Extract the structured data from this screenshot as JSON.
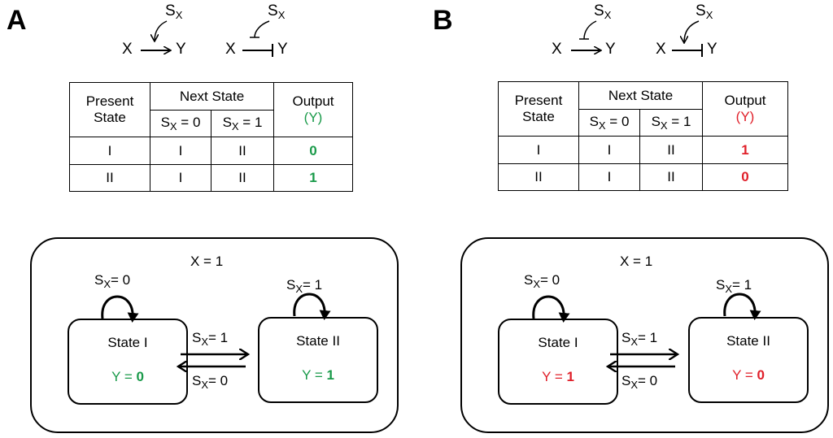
{
  "panels": [
    {
      "letter": "A",
      "header": {
        "left": {
          "signal": "S",
          "signal_sub": "X",
          "from": "X",
          "to": "Y"
        },
        "right": {
          "signal": "S",
          "signal_sub": "X",
          "from": "X",
          "to": "Y"
        }
      },
      "table": {
        "col_present": [
          "Present",
          "State"
        ],
        "col_next": "Next State",
        "col_output": "Output",
        "col_output_sym": "(Y)",
        "cond0": {
          "s": "S",
          "sub": "X",
          "rest": " = 0"
        },
        "cond1": {
          "s": "S",
          "sub": "X",
          "rest": " = 1"
        },
        "rows": [
          {
            "present": "I",
            "next0": "I",
            "next1": "II",
            "output": "0"
          },
          {
            "present": "II",
            "next0": "I",
            "next1": "II",
            "output": "1"
          }
        ],
        "output_color": "#1a9a4a"
      },
      "fsm": {
        "title": "X = 1",
        "loop1": {
          "s": "S",
          "sub": "X",
          "rest": "= 0"
        },
        "loop2": {
          "s": "S",
          "sub": "X",
          "rest": "= 1"
        },
        "fwd": {
          "s": "S",
          "sub": "X",
          "rest": "= 1"
        },
        "back": {
          "s": "S",
          "sub": "X",
          "rest": "= 0"
        },
        "state1": {
          "name": "State I",
          "out_lhs": "Y = ",
          "out_val": "0"
        },
        "state2": {
          "name": "State II",
          "out_lhs": "Y = ",
          "out_val": "1"
        },
        "output_color": "#1a9a4a"
      }
    },
    {
      "letter": "B",
      "header": {
        "left": {
          "signal": "S",
          "signal_sub": "X",
          "from": "X",
          "to": "Y"
        },
        "right": {
          "signal": "S",
          "signal_sub": "X",
          "from": "X",
          "to": "Y"
        }
      },
      "table": {
        "col_present": [
          "Present",
          "State"
        ],
        "col_next": "Next State",
        "col_output": "Output",
        "col_output_sym": "(Y)",
        "cond0": {
          "s": "S",
          "sub": "X",
          "rest": " = 0"
        },
        "cond1": {
          "s": "S",
          "sub": "X",
          "rest": " = 1"
        },
        "rows": [
          {
            "present": "I",
            "next0": "I",
            "next1": "II",
            "output": "1"
          },
          {
            "present": "II",
            "next0": "I",
            "next1": "II",
            "output": "0"
          }
        ],
        "output_color": "#e0202a"
      },
      "fsm": {
        "title": "X = 1",
        "loop1": {
          "s": "S",
          "sub": "X",
          "rest": "= 0"
        },
        "loop2": {
          "s": "S",
          "sub": "X",
          "rest": "= 1"
        },
        "fwd": {
          "s": "S",
          "sub": "X",
          "rest": "= 1"
        },
        "back": {
          "s": "S",
          "sub": "X",
          "rest": "= 0"
        },
        "state1": {
          "name": "State I",
          "out_lhs": "Y = ",
          "out_val": "1"
        },
        "state2": {
          "name": "State II",
          "out_lhs": "Y = ",
          "out_val": "0"
        },
        "output_color": "#e0202a"
      }
    }
  ]
}
